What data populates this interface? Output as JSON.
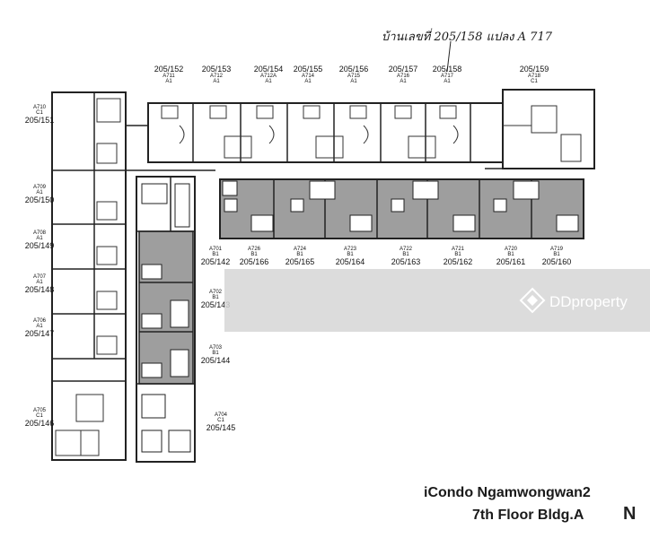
{
  "handwritten_note": "บ้านเลขที่ 205/158 แปลง A 717",
  "title": {
    "line1": "iCondo Ngamwongwan2",
    "line2": "7th Floor Bldg.A",
    "north": "N"
  },
  "watermark": {
    "brand": "DDproperty"
  },
  "units_top": [
    {
      "num": "205/152",
      "code": "A711",
      "type": "A1"
    },
    {
      "num": "205/153",
      "code": "A712",
      "type": "A1"
    },
    {
      "num": "205/154",
      "code": "A712A",
      "type": "A1"
    },
    {
      "num": "205/155",
      "code": "A714",
      "type": "A1"
    },
    {
      "num": "205/156",
      "code": "A715",
      "type": "A1"
    },
    {
      "num": "205/157",
      "code": "A716",
      "type": "A1"
    },
    {
      "num": "205/158",
      "code": "A717",
      "type": "A1"
    },
    {
      "num": "205/159",
      "code": "A718",
      "type": "C1"
    }
  ],
  "units_mid": [
    {
      "code": "A701",
      "type": "B1",
      "num": "205/142"
    },
    {
      "code": "A726",
      "type": "B1",
      "num": "205/166"
    },
    {
      "code": "A724",
      "type": "B1",
      "num": "205/165"
    },
    {
      "code": "A723",
      "type": "B1",
      "num": "205/164"
    },
    {
      "code": "A722",
      "type": "B1",
      "num": "205/163"
    },
    {
      "code": "A721",
      "type": "B1",
      "num": "205/162"
    },
    {
      "code": "A720",
      "type": "B1",
      "num": "205/161"
    },
    {
      "code": "A719",
      "type": "B1",
      "num": "205/160"
    }
  ],
  "units_left": [
    {
      "code": "A710",
      "type": "C1",
      "num": "205/151"
    },
    {
      "code": "A709",
      "type": "A1",
      "num": "205/150"
    },
    {
      "code": "A708",
      "type": "A1",
      "num": "205/149"
    },
    {
      "code": "A707",
      "type": "A1",
      "num": "205/148"
    },
    {
      "code": "A706",
      "type": "A1",
      "num": "205/147"
    },
    {
      "code": "A705",
      "type": "C1",
      "num": "205/146"
    }
  ],
  "units_inner": [
    {
      "code": "A702",
      "type": "B1",
      "num": "205/143"
    },
    {
      "code": "A703",
      "type": "B1",
      "num": "205/144"
    },
    {
      "code": "A704",
      "type": "C1",
      "num": "205/145"
    }
  ]
}
